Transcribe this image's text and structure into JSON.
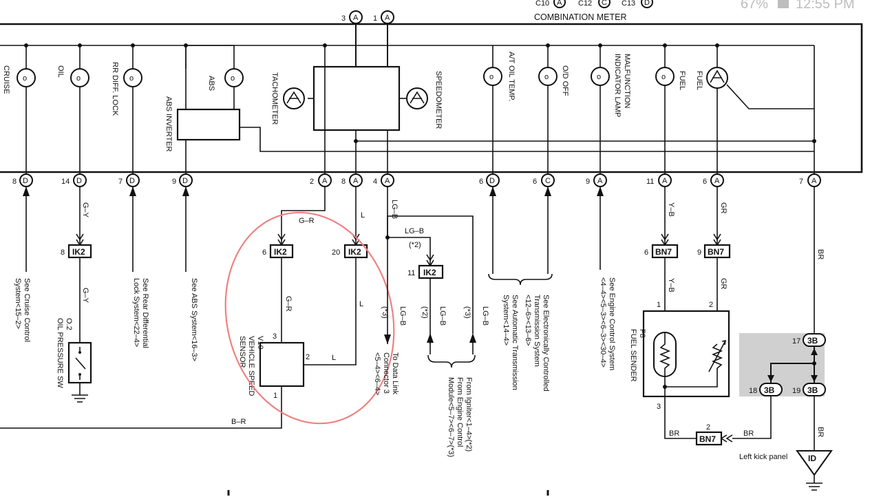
{
  "status_bar": {
    "battery": "67%",
    "time": "12:55 PM"
  },
  "meter": {
    "title": "COMBINATION METER",
    "connectors": [
      {
        "code": "C10",
        "letter": "A"
      },
      {
        "code": "C12",
        "letter": "C"
      },
      {
        "code": "C13",
        "letter": "D"
      }
    ],
    "top_pins": [
      {
        "num": "3",
        "letter": "A"
      },
      {
        "num": "1",
        "letter": "A"
      }
    ],
    "components": {
      "cruise": "CRUISE",
      "oil": "OIL",
      "rr_diff_lock": "RR DIFF. LOCK",
      "abs": "ABS",
      "abs_inverter": "ABS INVERTER",
      "tachometer": "TACHOMETER",
      "speedometer": "SPEEDOMETER",
      "at_oil_temp": "A/T OIL TEMP.",
      "od_off": "O/D OFF",
      "malfunction_1": "MALFUNCTION",
      "malfunction_2": "INDICATOR LAMP",
      "fuel_lamp": "FUEL",
      "fuel_gauge": "FUEL"
    },
    "bottom_pins": [
      {
        "num": "8",
        "letter": "D"
      },
      {
        "num": "14",
        "letter": "D"
      },
      {
        "num": "7",
        "letter": "D"
      },
      {
        "num": "9",
        "letter": "D"
      },
      {
        "num": "2",
        "letter": "A"
      },
      {
        "num": "8",
        "letter": "A"
      },
      {
        "num": "4",
        "letter": "A"
      },
      {
        "num": "6",
        "letter": "D"
      },
      {
        "num": "6",
        "letter": "C"
      },
      {
        "num": "9",
        "letter": "A"
      },
      {
        "num": "11",
        "letter": "A"
      },
      {
        "num": "6",
        "letter": "A"
      },
      {
        "num": "7",
        "letter": "A"
      }
    ]
  },
  "wires": {
    "g_y": "G–Y",
    "g_r": "G–R",
    "l": "L",
    "lg_b": "LG–B",
    "y_b": "Y–B",
    "gr": "GR",
    "br": "BR",
    "b_r": "B–R",
    "star2": "(*2)",
    "star3": "(*3)"
  },
  "junctions": {
    "ik2": "IK2",
    "bn7": "BN7",
    "b3": "3B",
    "pin_8": "8",
    "pin_6": "6",
    "pin_20": "20",
    "pin_11": "11",
    "pin_6b": "6",
    "pin_9": "9",
    "pin_2": "2",
    "pin_17": "17",
    "pin_18": "18",
    "pin_19": "19"
  },
  "refs": {
    "cruise_1": "See Cruise Control",
    "cruise_2": "System<15–2>",
    "oil_sw_1": "O.2",
    "oil_sw_2": "OIL PRESSURE SW",
    "rear_diff_1": "See Rear Differential",
    "rear_diff_2": "Lock System<22–4>",
    "abs_1": "See ABS System<16–3>",
    "dlc_1": "To Data Link",
    "dlc_2": "Connector 3",
    "dlc_3": "<5–4><6–4>",
    "igniter_1": "From Igniter<1–4>(*2)",
    "igniter_2": "From Engine Control",
    "igniter_3": "Module<5–7><6–7>(*3)",
    "ect_1": "See Electronically Controlled",
    "ect_2": "Transmission System",
    "ect_3": "<12–6><13–6>",
    "ect_4": "See Automatic Transmission",
    "ect_5": "System<14–4>",
    "engine_1": "See Engine Control System",
    "engine_2": "<4–4><5–3><6–3><30–4>",
    "left_kick": "Left kick panel",
    "id": "ID"
  },
  "vss": {
    "code": "V10",
    "name_1": "VEHICLE SPEED",
    "name_2": "SENSOR",
    "pin_1": "1",
    "pin_2": "2",
    "pin_3": "3"
  },
  "fuel_sender": {
    "code": "F8",
    "name": "FUEL SENDER",
    "pin_1": "1",
    "pin_2": "2",
    "pin_3": "3"
  },
  "colors": {
    "line": "#111111",
    "highlight_circle": "#f08080",
    "shade": "#d0d0d0"
  }
}
